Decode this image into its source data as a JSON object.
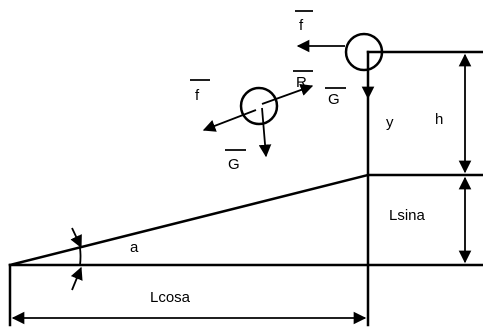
{
  "diagram": {
    "labels": {
      "f_top": "f",
      "f_mid": "f",
      "R": "R",
      "G_mid": "G",
      "G_low": "G",
      "y": "y",
      "h": "h",
      "Lsina": "Lsina",
      "a": "a",
      "Lcosa": "Lcosa"
    },
    "colors": {
      "ink": "#000000",
      "background": "#ffffff"
    }
  }
}
